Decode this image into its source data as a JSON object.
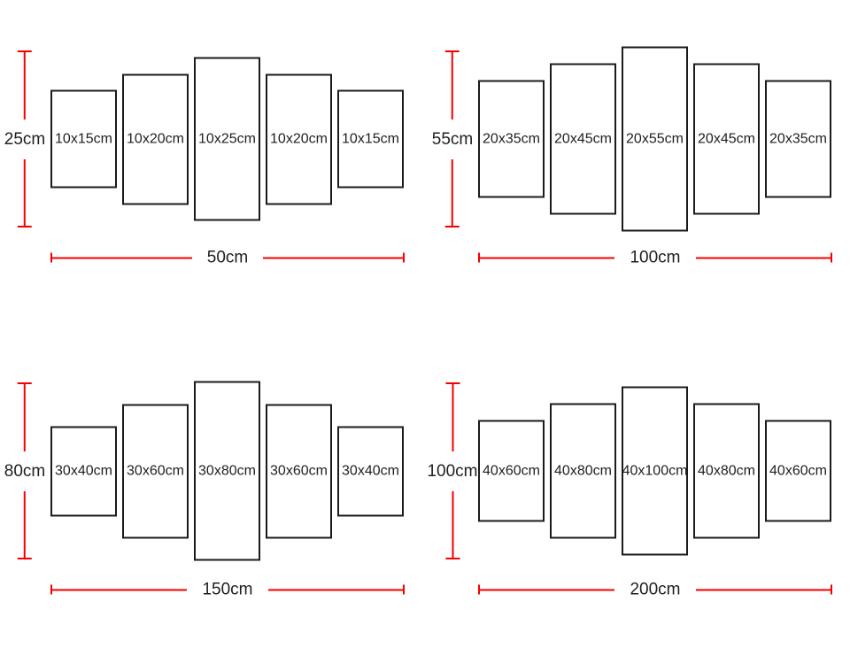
{
  "colors": {
    "dimension_line": "#f40000",
    "panel_border": "#1b1b1b",
    "text": "#1f1f1f",
    "background": "#ffffff"
  },
  "groups": [
    {
      "name": "25cm-x-50cm-set",
      "height_label": "25cm",
      "width_label": "50cm",
      "panels": [
        {
          "label": "10x15cm",
          "width_cm": 10,
          "height_cm": 15
        },
        {
          "label": "10x20cm",
          "width_cm": 10,
          "height_cm": 20
        },
        {
          "label": "10x25cm",
          "width_cm": 10,
          "height_cm": 25
        },
        {
          "label": "10x20cm",
          "width_cm": 10,
          "height_cm": 20
        },
        {
          "label": "10x15cm",
          "width_cm": 10,
          "height_cm": 15
        }
      ]
    },
    {
      "name": "55cm-x-100cm-set",
      "height_label": "55cm",
      "width_label": "100cm",
      "panels": [
        {
          "label": "20x35cm",
          "width_cm": 20,
          "height_cm": 35
        },
        {
          "label": "20x45cm",
          "width_cm": 20,
          "height_cm": 45
        },
        {
          "label": "20x55cm",
          "width_cm": 20,
          "height_cm": 55
        },
        {
          "label": "20x45cm",
          "width_cm": 20,
          "height_cm": 45
        },
        {
          "label": "20x35cm",
          "width_cm": 20,
          "height_cm": 35
        }
      ]
    },
    {
      "name": "80cm-x-150cm-set",
      "height_label": "80cm",
      "width_label": "150cm",
      "panels": [
        {
          "label": "30x40cm",
          "width_cm": 30,
          "height_cm": 40
        },
        {
          "label": "30x60cm",
          "width_cm": 30,
          "height_cm": 60
        },
        {
          "label": "30x80cm",
          "width_cm": 30,
          "height_cm": 80
        },
        {
          "label": "30x60cm",
          "width_cm": 30,
          "height_cm": 60
        },
        {
          "label": "30x40cm",
          "width_cm": 30,
          "height_cm": 40
        }
      ]
    },
    {
      "name": "100cm-x-200cm-set",
      "height_label": "100cm",
      "width_label": "200cm",
      "panels": [
        {
          "label": "40x60cm",
          "width_cm": 40,
          "height_cm": 60
        },
        {
          "label": "40x80cm",
          "width_cm": 40,
          "height_cm": 80
        },
        {
          "label": "40x100cm",
          "width_cm": 40,
          "height_cm": 100
        },
        {
          "label": "40x80cm",
          "width_cm": 40,
          "height_cm": 80
        },
        {
          "label": "40x60cm",
          "width_cm": 40,
          "height_cm": 60
        }
      ]
    }
  ]
}
